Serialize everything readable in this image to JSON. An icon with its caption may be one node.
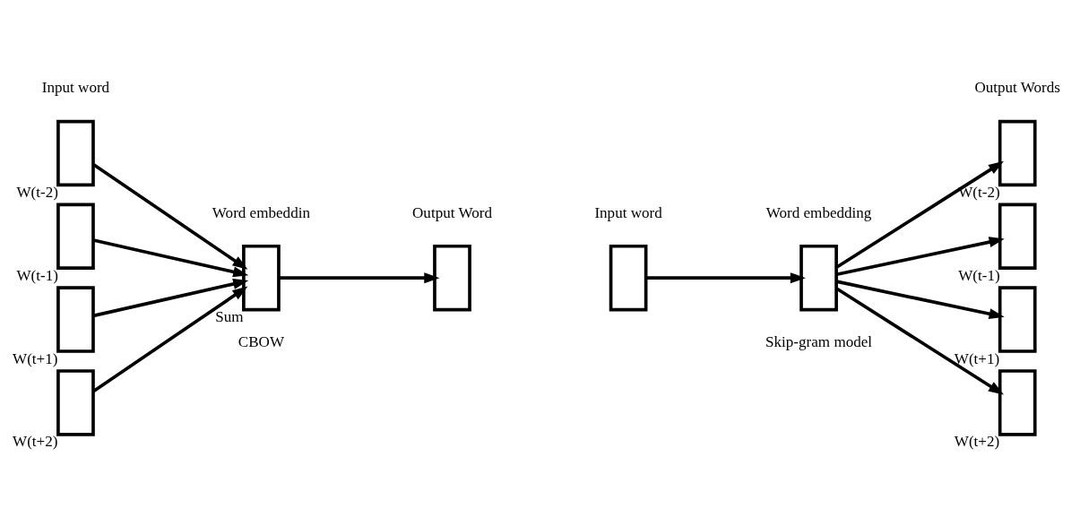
{
  "diagram": {
    "nodes": [
      {
        "text": [],
        "shape": "box",
        "beside": [
          "W(t-2)"
        ]
      },
      {
        "text": [],
        "shape": "box",
        "beside": [
          "W(t-1)"
        ]
      },
      {
        "text": [],
        "shape": "box",
        "beside": [
          "W(t+1)"
        ]
      },
      {
        "text": [],
        "shape": "box",
        "beside": [
          "W(t+2)"
        ]
      },
      {
        "text": [],
        "shape": "box",
        "beside": [
          "Sum"
        ]
      },
      {
        "text": [],
        "shape": "box"
      },
      {
        "text": [],
        "shape": "box"
      },
      {
        "text": [],
        "shape": "box"
      },
      {
        "text": [],
        "shape": "box",
        "beside": [
          "W(t-2)"
        ]
      },
      {
        "text": [],
        "shape": "box",
        "beside": [
          "W(t-1)"
        ]
      },
      {
        "text": [],
        "shape": "box",
        "beside": [
          "W(t+1)"
        ]
      },
      {
        "text": [],
        "shape": "box",
        "beside": [
          "W(t+2)"
        ]
      }
    ],
    "edges": [
      {
        "from": 0,
        "to": 4,
        "arrow": "to"
      },
      {
        "from": 1,
        "to": 4,
        "arrow": "to"
      },
      {
        "from": 2,
        "to": 4,
        "arrow": "to"
      },
      {
        "from": 3,
        "to": 4,
        "arrow": "to"
      },
      {
        "from": 4,
        "to": 5,
        "arrow": "to"
      },
      {
        "from": 6,
        "to": 7,
        "arrow": "to"
      },
      {
        "from": 7,
        "to": 8,
        "arrow": "to"
      },
      {
        "from": 7,
        "to": 9,
        "arrow": "to"
      },
      {
        "from": 7,
        "to": 10,
        "arrow": "to"
      },
      {
        "from": 7,
        "to": 11,
        "arrow": "to"
      }
    ],
    "labels": [
      "Input word",
      "Word embeddin",
      "Output Word",
      "Input word",
      "Word embedding",
      "Output Words",
      "CBOW",
      "Skip-gram model"
    ]
  }
}
